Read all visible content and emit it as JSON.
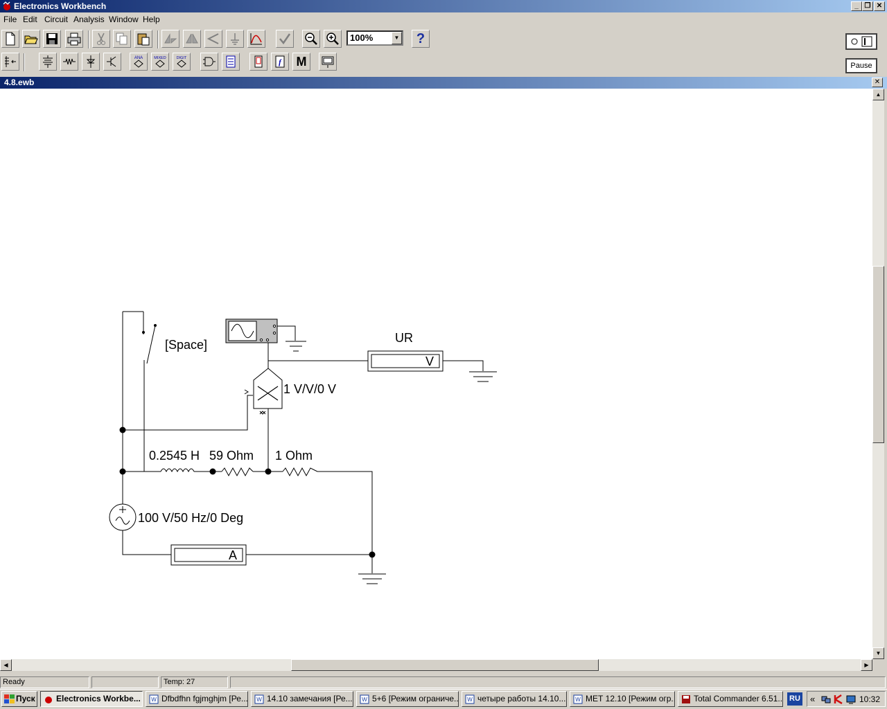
{
  "window": {
    "title": "Electronics Workbench"
  },
  "menu": [
    "File",
    "Edit",
    "Circuit",
    "Analysis",
    "Window",
    "Help"
  ],
  "toolbar": {
    "zoom": "100%",
    "help": "?",
    "pause": "Pause"
  },
  "parts_bar": {
    "ana": "ANA",
    "mixed": "MIXED",
    "digit": "DIGIT",
    "misc": "M",
    "func": "f"
  },
  "document": {
    "title": "4.8.ewb"
  },
  "circuit": {
    "switch_label": "[Space]",
    "voltmeter_title": "UR",
    "voltmeter_unit": "V",
    "multiplier_label": "1 V/V/0 V",
    "inductor_label": "0.2545 H",
    "resistor1_label": "59  Ohm",
    "resistor2_label": "1  Ohm",
    "source_label": "100 V/50 Hz/0 Deg",
    "ammeter_unit": "A"
  },
  "status": {
    "ready": "Ready",
    "temp": "Temp:  27"
  },
  "taskbar": {
    "start": "Пуск",
    "tasks": [
      "Electronics Workbe...",
      "Dfbdfhn fgjmghjm [Ре...",
      "14.10 замечания [Ре...",
      "5+6 [Режим ограниче...",
      "четыре работы 14.10...",
      "МЕТ 12.10 [Режим огр...",
      "Total Commander 6.51..."
    ],
    "lang": "RU",
    "tray_chevron": "«",
    "clock": "10:32"
  },
  "colors": {
    "title_start": "#0a246a",
    "title_end": "#a6caf0",
    "face": "#d4d0c8"
  }
}
